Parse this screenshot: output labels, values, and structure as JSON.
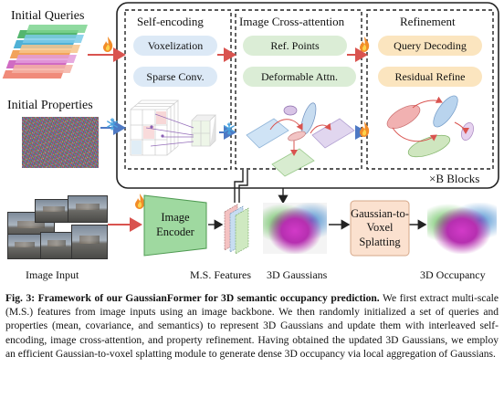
{
  "figure": {
    "left_inputs": {
      "queries_label": "Initial Queries",
      "properties_label": "Initial Properties",
      "image_input_label": "Image Input"
    },
    "sections": {
      "self_encoding": {
        "title": "Self-encoding",
        "ops": [
          "Voxelization",
          "Sparse Conv."
        ]
      },
      "cross_attention": {
        "title": "Image Cross-attention",
        "ops": [
          "Ref. Points",
          "Deformable Attn."
        ]
      },
      "refinement": {
        "title": "Refinement",
        "ops": [
          "Query Decoding",
          "Residual Refine"
        ]
      }
    },
    "blocks_label": "×B Blocks",
    "image_encoder_label": "Image Encoder",
    "ms_features_label": "M.S. Features",
    "gaussians_label": "3D Gaussians",
    "splatting_label": "Gaussian-to-Voxel Splatting",
    "occupancy_label": "3D Occupancy",
    "colors": {
      "blue_pill": "#dce9f6",
      "green_pill": "#dbedd6",
      "orange_pill": "#fbe5bf",
      "encoder_box": "#9fd9a0",
      "splat_box": "#fbe1cf",
      "arrow_red": "#d9534f",
      "arrow_blue": "#4e79c4",
      "flame": "#f28c28",
      "snowflake": "#4aa3df"
    },
    "icons": [
      "fire-icon",
      "snowflake-icon"
    ]
  },
  "caption": {
    "head": "Fig. 3: Framework of our GaussianFormer for 3D semantic occupancy prediction.",
    "body": " We first extract multi-scale (M.S.) features from image inputs using an image backbone. We then randomly initialized a set of queries and properties (mean, covariance, and semantics) to represent 3D Gaussians and update them with interleaved self-encoding, image cross-attention, and property refinement. Having obtained the updated 3D Gaussians, we employ an efficient Gaussian-to-voxel splatting module to generate dense 3D occupancy via local aggregation of Gaussians."
  }
}
